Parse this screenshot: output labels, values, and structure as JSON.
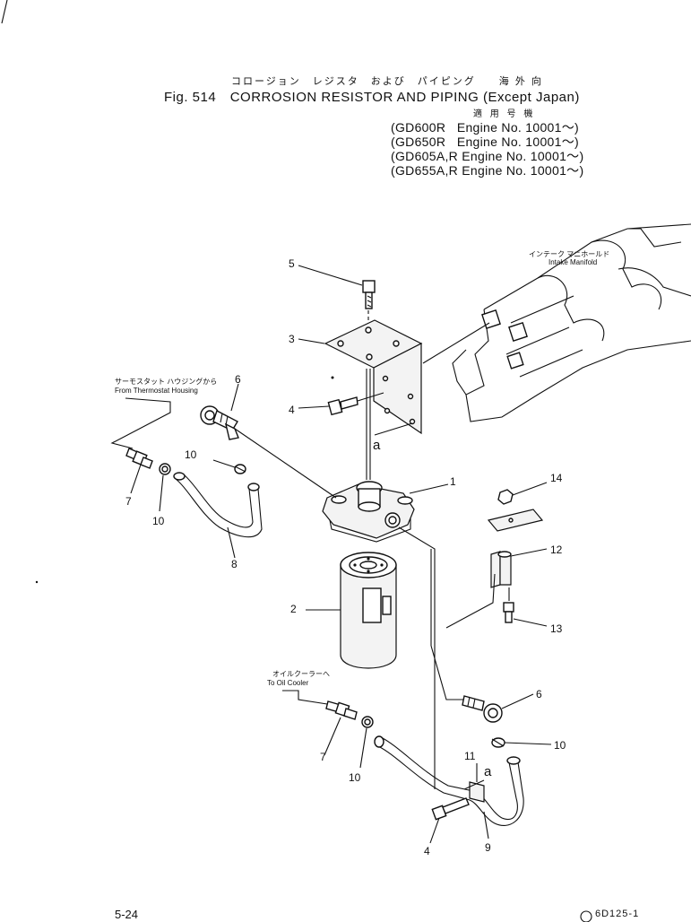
{
  "header": {
    "title_jp": "コロージョン　レジスタ　および　パイピング　　海 外 向",
    "title": "Fig. 514　CORROSION RESISTOR AND PIPING (Except Japan)",
    "applicability_jp": "適 用 号 機",
    "engines": [
      {
        "model": "GD600R",
        "text": "Engine No. 10001～"
      },
      {
        "model": "GD650R",
        "text": "Engine No. 10001～"
      },
      {
        "model": "GD605A,R",
        "text": "Engine No. 10001～"
      },
      {
        "model": "GD655A,R",
        "text": "Engine No. 10001～"
      }
    ]
  },
  "annotations": {
    "intake_jp": "インテーク マニホールド",
    "intake": "Intake Manifold",
    "thermostat_jp": "サーモスタット ハウジングから",
    "thermostat": "From Thermostat Housing",
    "oilcooler_jp": "オイルクーラーへ",
    "oilcooler": "To Oil Cooler"
  },
  "callouts": {
    "c1": "1",
    "c2": "2",
    "c3": "3",
    "c4a": "4",
    "c4b": "4",
    "c5": "5",
    "c6a": "6",
    "c6b": "6",
    "c7a": "7",
    "c7b": "7",
    "c8": "8",
    "c9": "9",
    "c10a": "10",
    "c10b": "10",
    "c10c": "10",
    "c10d": "10",
    "c11": "11",
    "c12": "12",
    "c13": "13",
    "c14": "14",
    "ca1": "a",
    "ca2": "a"
  },
  "footer": {
    "page": "5-24",
    "code": "6D125-1"
  }
}
